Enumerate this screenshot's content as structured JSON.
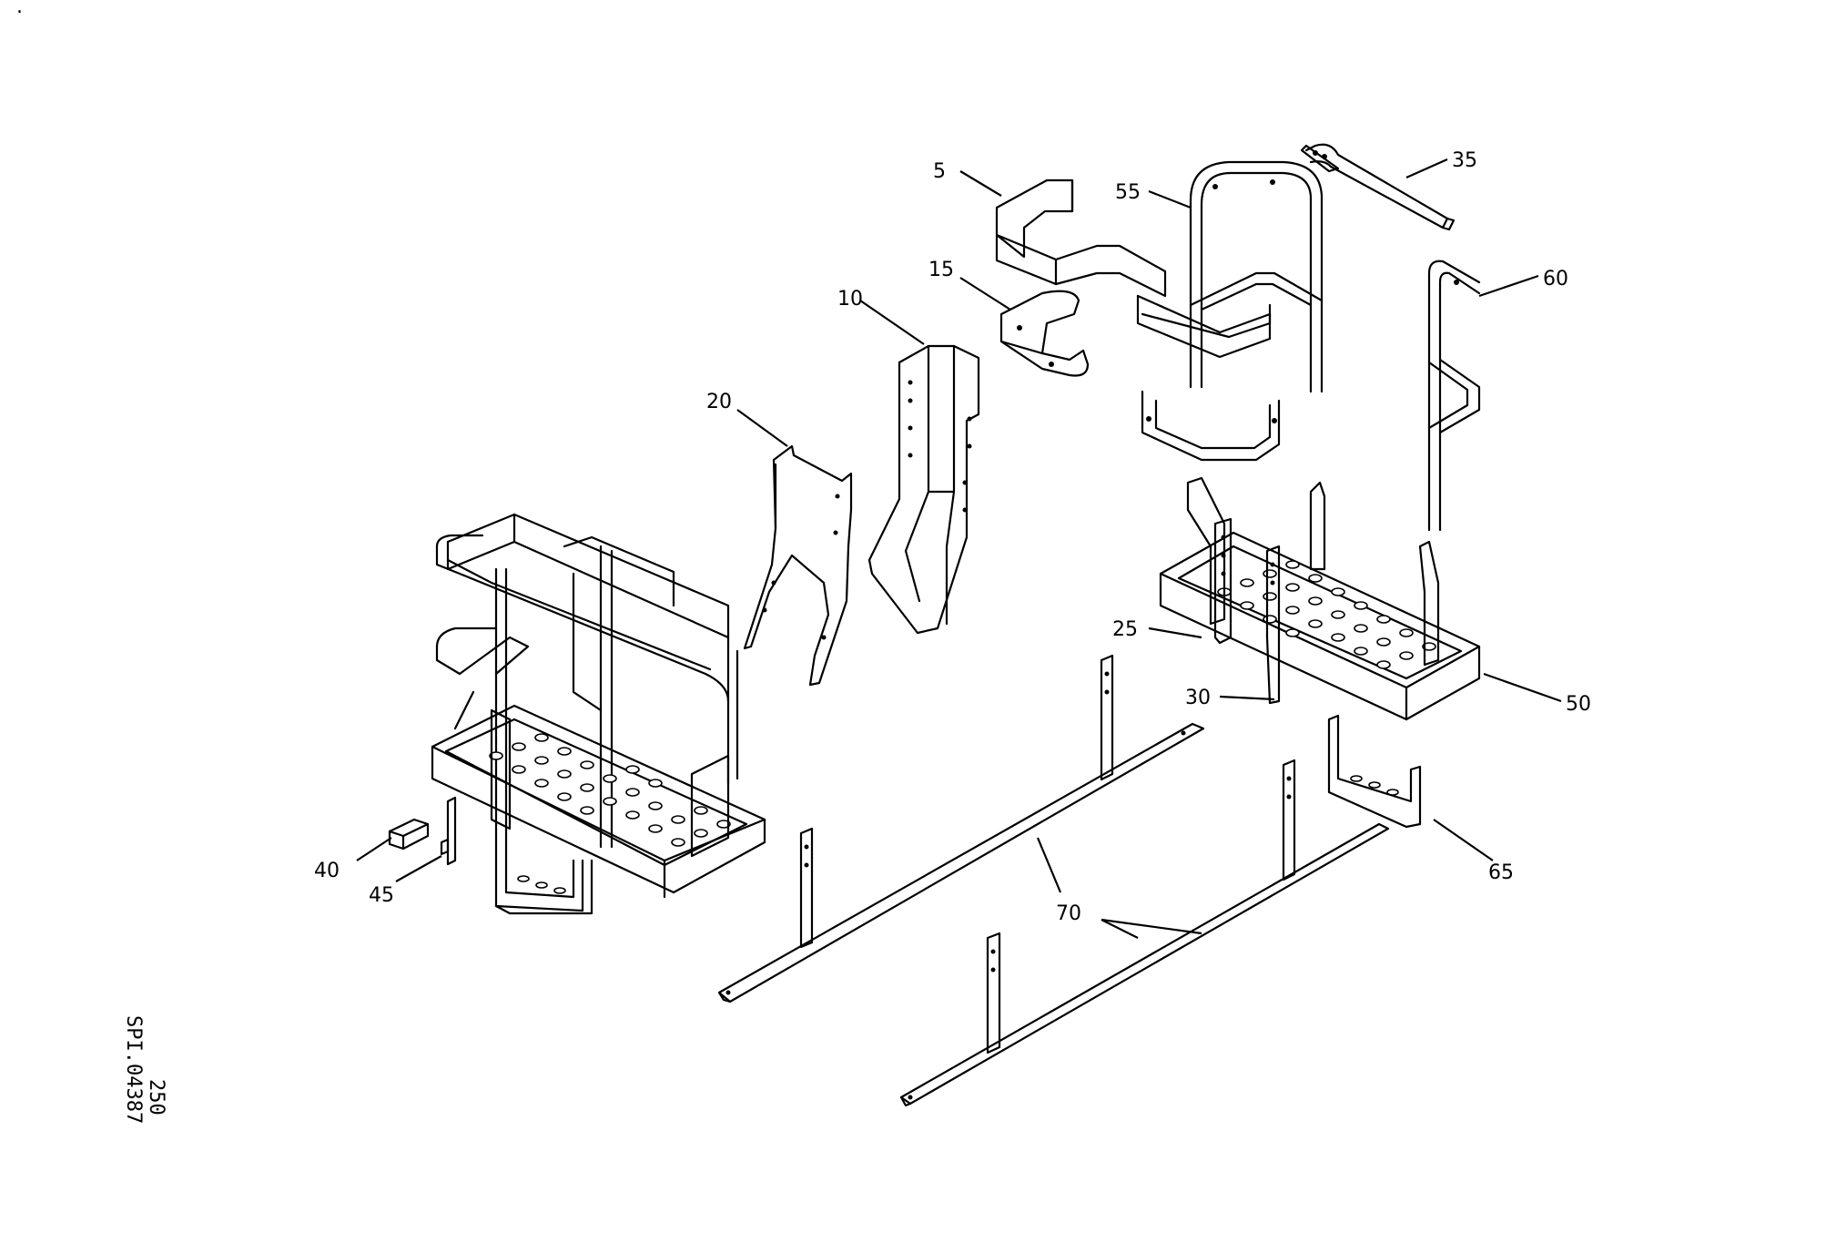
{
  "drawing": {
    "code_line_1": "SPI.04387",
    "code_line_2": "250",
    "corner_mark": "."
  },
  "callouts": [
    {
      "id": "5",
      "label": "5"
    },
    {
      "id": "10",
      "label": "10"
    },
    {
      "id": "15",
      "label": "15"
    },
    {
      "id": "20",
      "label": "20"
    },
    {
      "id": "25",
      "label": "25"
    },
    {
      "id": "30",
      "label": "30"
    },
    {
      "id": "35",
      "label": "35"
    },
    {
      "id": "40",
      "label": "40"
    },
    {
      "id": "45",
      "label": "45"
    },
    {
      "id": "50",
      "label": "50"
    },
    {
      "id": "55",
      "label": "55"
    },
    {
      "id": "60",
      "label": "60"
    },
    {
      "id": "65",
      "label": "65"
    },
    {
      "id": "70",
      "label": "70"
    }
  ]
}
